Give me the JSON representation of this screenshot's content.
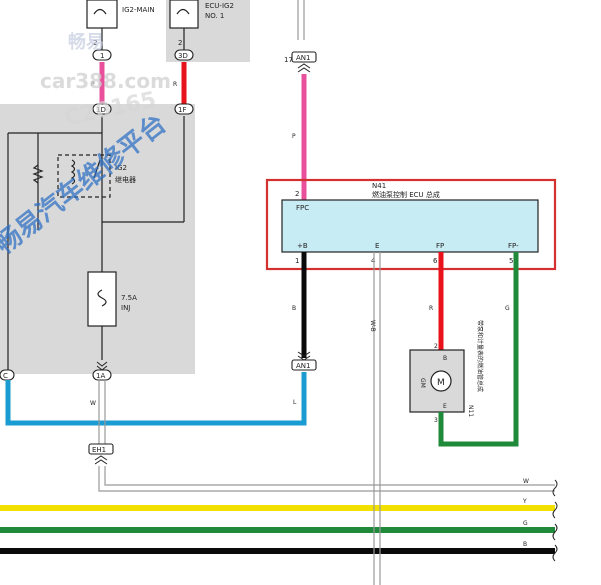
{
  "components": {
    "ig2_main": {
      "label": "IG2-MAIN"
    },
    "ecu_ig2": {
      "label_1": "ECU-IG2",
      "label_2": "NO. 1"
    },
    "ig2_relay": {
      "label_1": "IG2",
      "label_2": "继电器"
    },
    "inj_fuse": {
      "label_1": "7.5A",
      "label_2": "INJ"
    },
    "n41": {
      "id": "N41",
      "name": "燃油泵控制 ECU 总成",
      "pins": [
        {
          "name": "FPC",
          "num": "2"
        },
        {
          "name": "+B",
          "num": "1"
        },
        {
          "name": "E",
          "num": "4"
        },
        {
          "name": "FP",
          "num": "6"
        },
        {
          "name": "FP-",
          "num": "5"
        }
      ]
    },
    "pump": {
      "motor": "M",
      "pin_top": "B",
      "pin_bottom": "E",
      "pin_top_num": "2",
      "pin_bottom_num": "3",
      "side": "GM",
      "id": "N11",
      "desc": "带泵和计量表的燃油管总成"
    }
  },
  "connectors": {
    "c1": "1",
    "c1d": "1D",
    "c3d": "3D",
    "c1f": "1F",
    "an1_top": "AN1",
    "an1_bottom": "AN1",
    "c1a": "1A",
    "c_left": "C",
    "eh1": "EH1",
    "an1_top_num": "17",
    "num2_a": "2",
    "num2_b": "2",
    "num4": "4"
  },
  "wire_labels": {
    "pink_left": "P",
    "pink_right": "P",
    "red": "R",
    "black": "B",
    "wb": "W-B",
    "green": "G",
    "blue": "L",
    "white": "W",
    "w2": "W",
    "bus_w": "W",
    "bus_y": "Y",
    "bus_g": "G",
    "bus_b": "B"
  },
  "watermarks": {
    "w1": "畅易",
    "w2": "car388.com",
    "w3": "C20165",
    "w4": "畅易汽车维修平台"
  },
  "colors": {
    "pink": "#e8509b",
    "red": "#e8121a",
    "black": "#0a0a0a",
    "green": "#1f8a3a",
    "blue": "#1a9bd1",
    "yellow": "#f2e100",
    "ecu_fill": "#c8ecf3",
    "highlight": "#d33030",
    "gray_fill": "#d9d9d9",
    "watermark_blue": "#2d6fc4"
  }
}
